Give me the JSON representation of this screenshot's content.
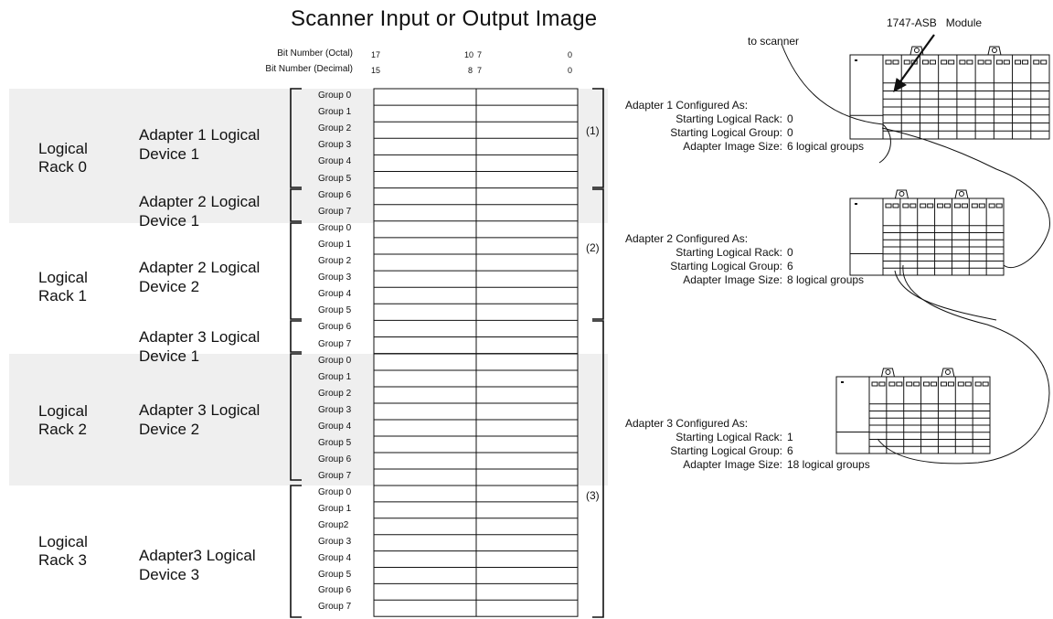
{
  "title": "Scanner Input or Output Image",
  "bit_header": {
    "octal_label": "Bit Number (Octal)",
    "decimal_label": "Bit Number (Decimal)",
    "octal_values": [
      "17",
      "10",
      "7",
      "0"
    ],
    "decimal_values": [
      "15",
      "8",
      "7",
      "0"
    ]
  },
  "logical_racks": [
    "Logical Rack 0",
    "Logical Rack 1",
    "Logical Rack 2",
    "Logical Rack 3"
  ],
  "devices": [
    "Adapter 1 Logical Device 1",
    "Adapter 2 Logical Device 1",
    "Adapter 2 Logical Device 2",
    "Adapter 3 Logical Device 1",
    "Adapter 3 Logical Device 2",
    "Adapter3 Logical Device 3"
  ],
  "group_labels": [
    "Group 0",
    "Group 1",
    "Group 2",
    "Group 3",
    "Group 4",
    "Group 5",
    "Group 6",
    "Group 7",
    "Group 0",
    "Group 1",
    "Group 2",
    "Group 3",
    "Group 4",
    "Group 5",
    "Group 6",
    "Group 7",
    "Group 0",
    "Group 1",
    "Group 2",
    "Group 3",
    "Group 4",
    "Group 5",
    "Group 6",
    "Group 7",
    "Group 0",
    "Group 1",
    "Group2",
    "Group 3",
    "Group 4",
    "Group 5",
    "Group 6",
    "Group 7"
  ],
  "range_labels": [
    "(1)",
    "(2)",
    "(3)"
  ],
  "adapters": [
    {
      "heading": "Adapter 1 Configured As:",
      "rows": [
        {
          "label": "Starting Logical Rack:",
          "value": "0"
        },
        {
          "label": "Starting Logical Group:",
          "value": "0"
        },
        {
          "label": "Adapter Image Size:",
          "value": "6 logical groups"
        }
      ]
    },
    {
      "heading": "Adapter 2 Configured As:",
      "rows": [
        {
          "label": "Starting Logical Rack:",
          "value": "0"
        },
        {
          "label": "Starting Logical Group:",
          "value": "6"
        },
        {
          "label": "Adapter Image Size:",
          "value": "8 logical groups"
        }
      ]
    },
    {
      "heading": "Adapter 3 Configured As:",
      "rows": [
        {
          "label": "Starting Logical Rack:",
          "value": "1"
        },
        {
          "label": "Starting Logical Group:",
          "value": "6"
        },
        {
          "label": "Adapter Image Size:",
          "value": "18 logical groups"
        }
      ]
    }
  ],
  "module_label": "1747-ASB   Module",
  "scanner_label": "to scanner",
  "colors": {
    "shade": "#efefef",
    "line": "#111111"
  }
}
